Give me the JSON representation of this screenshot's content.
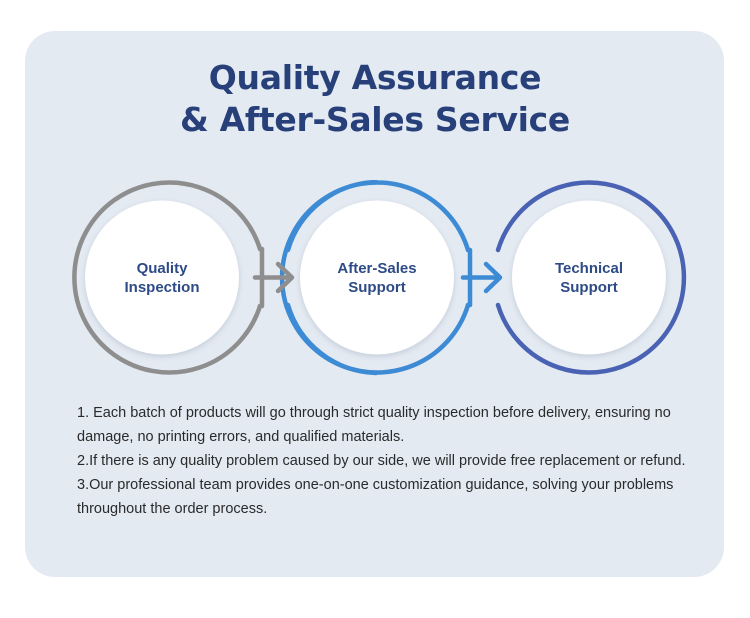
{
  "title": {
    "line1": "Quality Assurance",
    "line2": "& After-Sales Service"
  },
  "steps": [
    {
      "line1": "Quality",
      "line2": "Inspection",
      "ring_color": "#8e8e8e"
    },
    {
      "line1": "After-Sales",
      "line2": "Support",
      "ring_color": "#3d8bd4"
    },
    {
      "line1": "Technical",
      "line2": "Support",
      "ring_color": "#4a62b3"
    }
  ],
  "notes": [
    "1. Each batch of products will go through strict quality inspection before delivery, ensuring no damage, no printing errors, and qualified materials.",
    "2.If there is any quality problem caused by our side, we will provide free replacement or refund.",
    "3.Our professional team provides one-on-one customization guidance, solving your problems throughout the order process."
  ],
  "colors": {
    "background": "#e4eaf2",
    "title": "#27407a",
    "label": "#2d4b86",
    "arrow_grey": "#8e8e8e",
    "arrow_blue": "#3d8bd4"
  }
}
